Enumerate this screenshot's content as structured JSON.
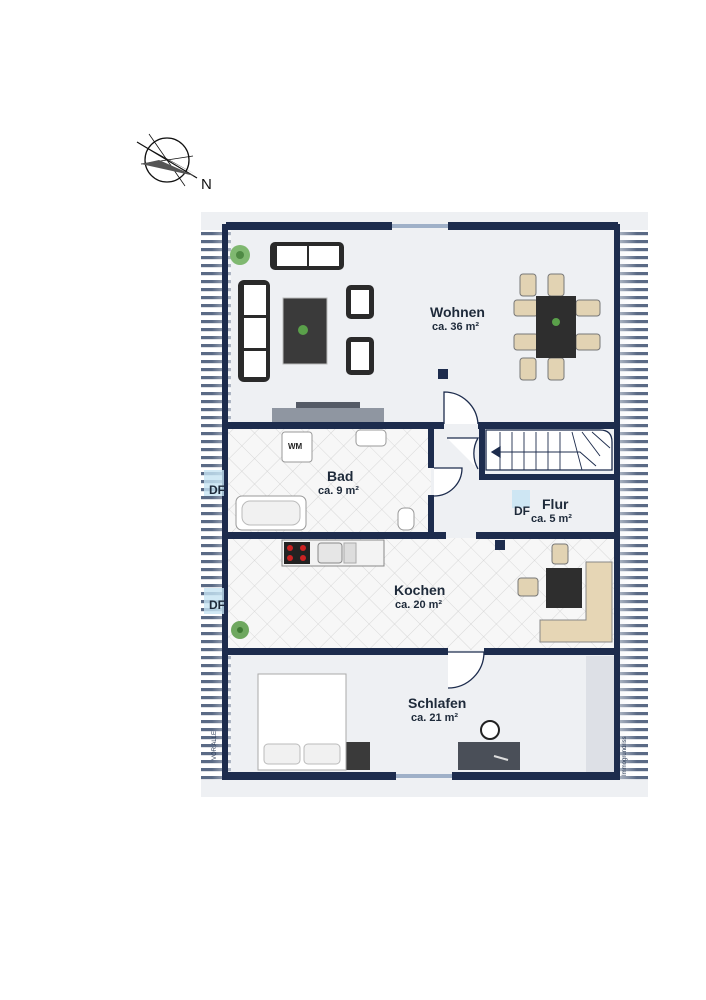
{
  "compass": {
    "north_label": "N"
  },
  "rooms": {
    "wohnen": {
      "name": "Wohnen",
      "area": "ca. 36 m²"
    },
    "bad": {
      "name": "Bad",
      "area": "ca. 9 m²"
    },
    "flur": {
      "name": "Flur",
      "area": "ca. 5 m²"
    },
    "kochen": {
      "name": "Kochen",
      "area": "ca. 20 m²"
    },
    "schlafen": {
      "name": "Schlafen",
      "area": "ca. 21 m²"
    }
  },
  "skylights": {
    "bad": "DF",
    "flur": "DF",
    "kochen": "DF"
  },
  "appliances": {
    "washer": "WM"
  },
  "watermarks": {
    "left": "VOR ALLE",
    "right": "Immogrundriss"
  },
  "colors": {
    "wall": "#1d2c4d",
    "floor": "#eef0f3",
    "tile_line": "#d6d6d6",
    "roof_stripe": "#50607a"
  }
}
